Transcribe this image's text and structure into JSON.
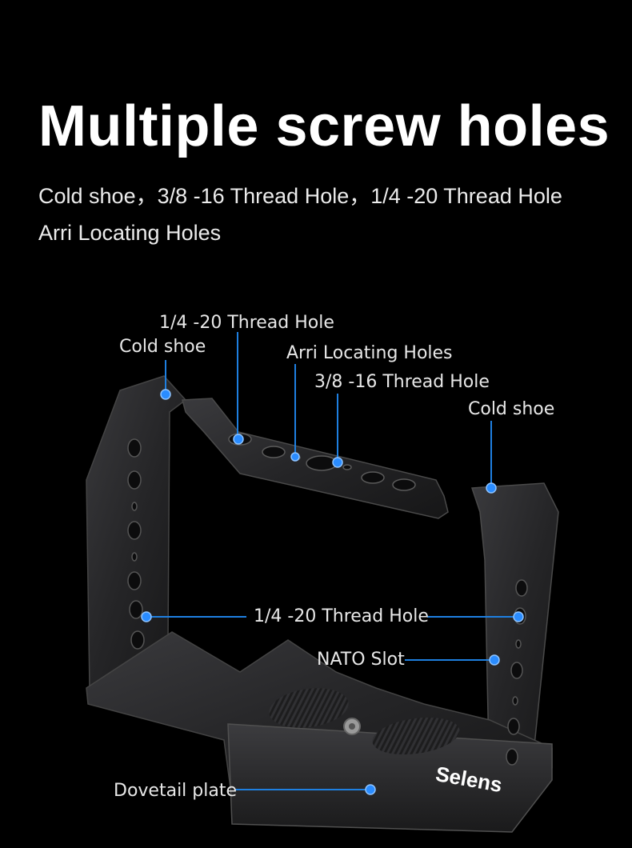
{
  "headline": "Multiple screw holes",
  "subtitle": {
    "line1": "Cold shoe，3/8 -16 Thread Hole，1/4 -20 Thread Hole",
    "line2": "Arri Locating Holes"
  },
  "callouts": {
    "thread_14_top": "1/4 -20 Thread Hole",
    "cold_shoe_left": "Cold shoe",
    "arri_holes": "Arri Locating Holes",
    "thread_38": "3/8 -16 Thread Hole",
    "cold_shoe_right": "Cold shoe",
    "thread_14_side": "1/4 -20 Thread Hole",
    "nato_slot": "NATO Slot",
    "dovetail": "Dovetail plate"
  },
  "brand": "Selens",
  "colors": {
    "background": "#000000",
    "callout_line": "#1e7fe0",
    "callout_dot": "#2a8cff",
    "metal": "#2b2b2d"
  }
}
